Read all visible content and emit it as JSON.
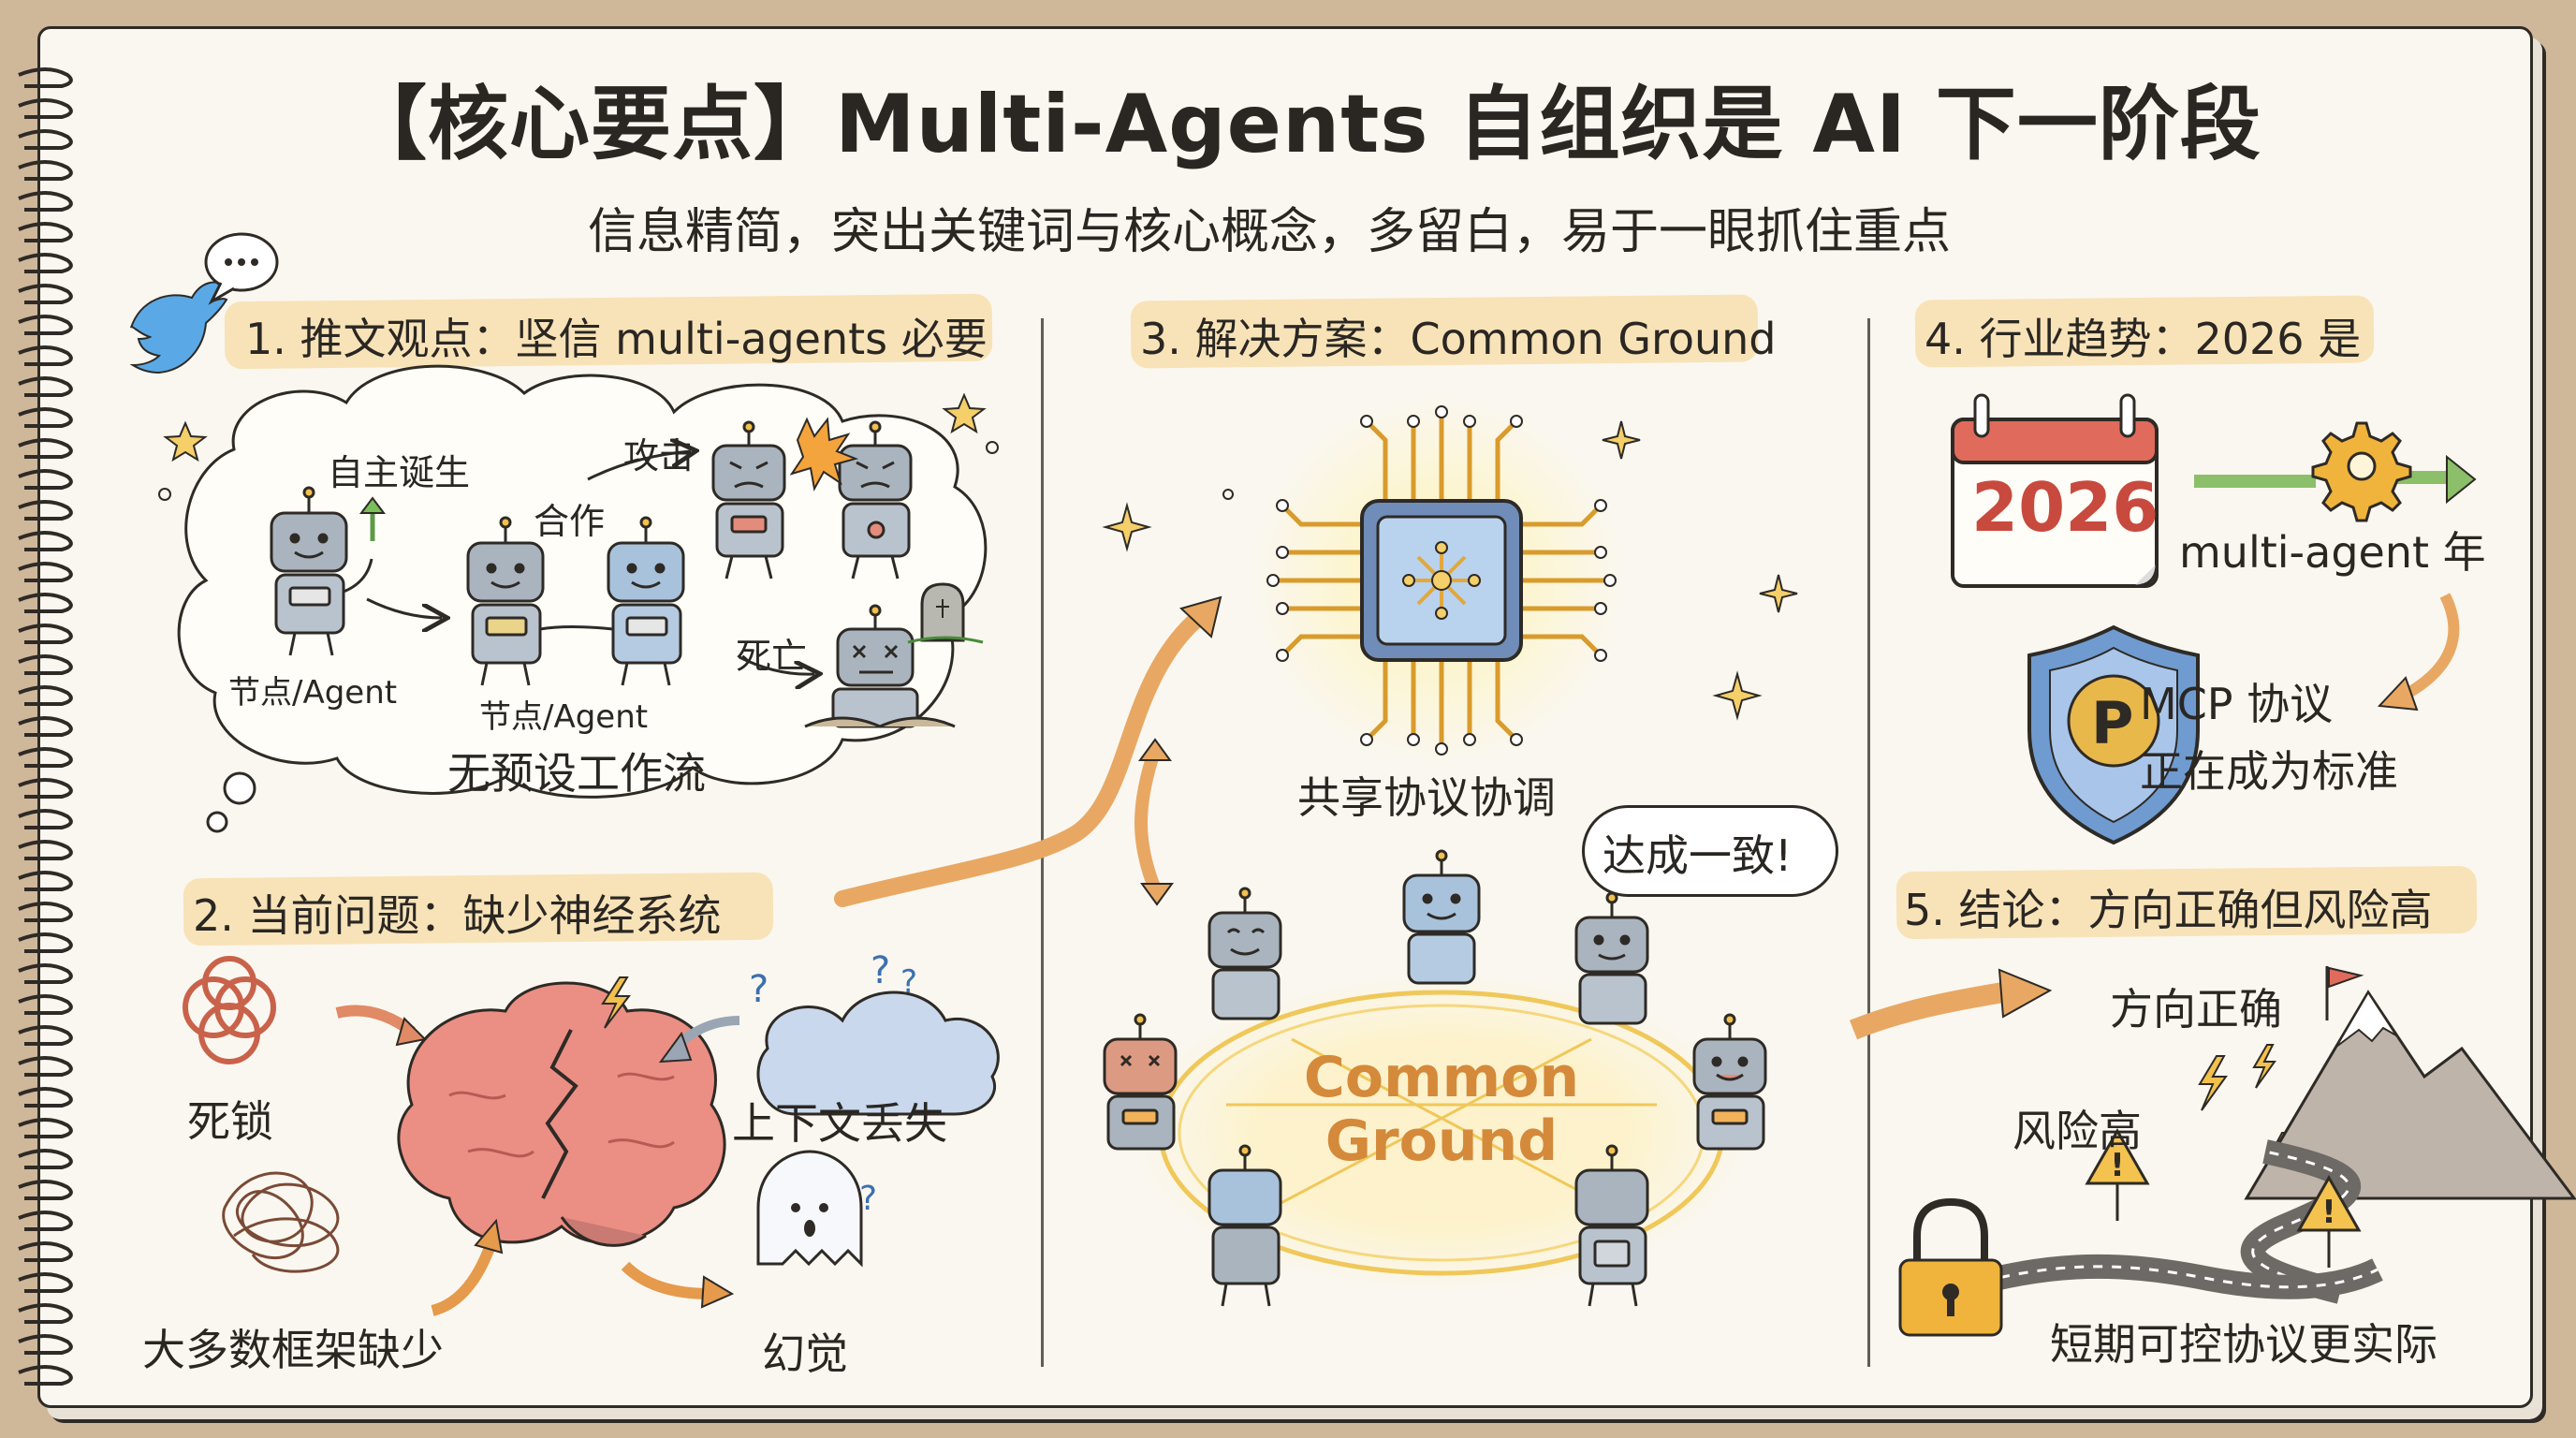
{
  "title": "【核心要点】Multi-Agents 自组织是 AI 下一阶段",
  "subtitle": "信息精简，突出关键词与核心概念，多留白，易于一眼抓住重点",
  "sections": {
    "s1": {
      "heading": "1. 推文观点：坚信 multi-agents 必要",
      "labels": {
        "self_born": "自主诞生",
        "attack": "攻击",
        "cooperate": "合作",
        "death": "死亡",
        "node_agent_1": "节点/Agent",
        "node_agent_2": "节点/Agent",
        "no_preset": "无预设工作流"
      }
    },
    "s2": {
      "heading": "2. 当前问题：缺少神经系统",
      "labels": {
        "deadlock": "死锁",
        "context_loss": "上下文丢失",
        "most_frameworks": "大多数框架缺少",
        "hallucination": "幻觉"
      }
    },
    "s3": {
      "heading": "3. 解决方案：Common Ground",
      "labels": {
        "shared_protocol": "共享协议协调",
        "consensus": "达成一致!",
        "common": "Common",
        "ground": "Ground"
      }
    },
    "s4": {
      "heading": "4. 行业趋势：2026 是",
      "labels": {
        "year": "2026",
        "multi_agent_year": "multi-agent 年",
        "mcp_line1": "MCP 协议",
        "mcp_line2": "正在成为标准",
        "shield_letter": "P"
      }
    },
    "s5": {
      "heading": "5. 结论：方向正确但风险高",
      "labels": {
        "right_direction": "方向正确",
        "high_risk": "风险高",
        "short_term": "短期可控协议更实际"
      }
    }
  },
  "icons": [
    "twitter-bird-icon",
    "chat-bubble-icon",
    "robot-icon",
    "brain-icon",
    "knot-icon",
    "cloud-icon",
    "ghost-icon",
    "chip-icon",
    "calendar-icon",
    "gear-icon",
    "shield-icon",
    "mountain-icon",
    "flag-icon",
    "warning-icon",
    "lock-icon",
    "lightning-icon",
    "sparkle-icon",
    "gravestone-icon"
  ],
  "colors": {
    "highlight": "#f7dca6",
    "accent_orange": "#e59a4c",
    "robot_gray": "#9aa6b4",
    "robot_blue": "#a9c2dc",
    "calendar_red": "#c84a3e",
    "shield_blue": "#6f9bd0",
    "shield_gold": "#e8b84a"
  }
}
